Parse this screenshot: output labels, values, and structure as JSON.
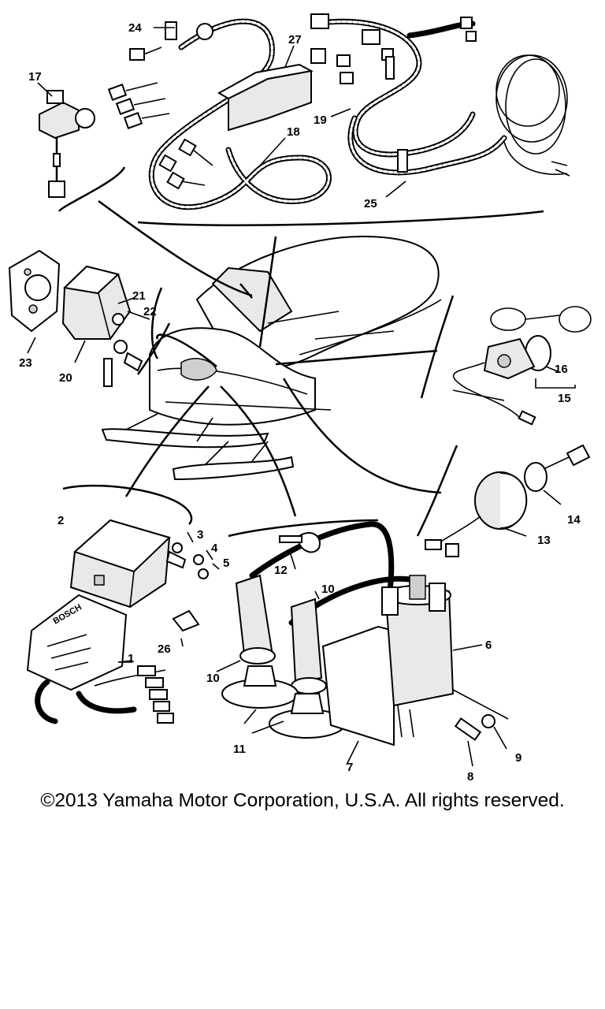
{
  "diagram": {
    "callouts": [
      {
        "id": "1",
        "label": "1"
      },
      {
        "id": "2",
        "label": "2"
      },
      {
        "id": "3",
        "label": "3"
      },
      {
        "id": "4",
        "label": "4"
      },
      {
        "id": "5",
        "label": "5"
      },
      {
        "id": "6",
        "label": "6"
      },
      {
        "id": "7",
        "label": "7"
      },
      {
        "id": "8",
        "label": "8"
      },
      {
        "id": "9",
        "label": "9"
      },
      {
        "id": "10a",
        "label": "10"
      },
      {
        "id": "10b",
        "label": "10"
      },
      {
        "id": "11",
        "label": "11"
      },
      {
        "id": "12",
        "label": "12"
      },
      {
        "id": "13",
        "label": "13"
      },
      {
        "id": "14",
        "label": "14"
      },
      {
        "id": "15",
        "label": "15"
      },
      {
        "id": "16",
        "label": "16"
      },
      {
        "id": "17",
        "label": "17"
      },
      {
        "id": "18",
        "label": "18"
      },
      {
        "id": "19",
        "label": "19"
      },
      {
        "id": "20",
        "label": "20"
      },
      {
        "id": "21",
        "label": "21"
      },
      {
        "id": "22",
        "label": "22"
      },
      {
        "id": "23",
        "label": "23"
      },
      {
        "id": "24",
        "label": "24"
      },
      {
        "id": "25",
        "label": "25"
      },
      {
        "id": "26",
        "label": "26"
      },
      {
        "id": "27",
        "label": "27"
      }
    ],
    "part_imprints": [
      "BOSCH"
    ]
  },
  "footer": {
    "copyright": "©2013 Yamaha Motor Corporation, U.S.A. All rights reserved."
  }
}
